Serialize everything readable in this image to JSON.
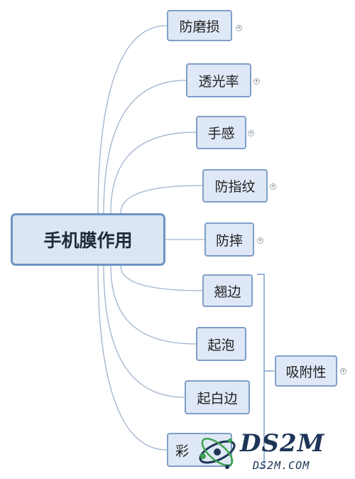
{
  "diagram": {
    "root": "手机膜作用",
    "branches": [
      {
        "label": "防磨损",
        "collapsed": true
      },
      {
        "label": "透光率",
        "collapsed": true
      },
      {
        "label": "手感",
        "collapsed": true
      },
      {
        "label": "防指纹",
        "collapsed": true
      },
      {
        "label": "防摔",
        "collapsed": true
      },
      {
        "label": "翘边",
        "collapsed": false
      },
      {
        "label": "起泡",
        "collapsed": false
      },
      {
        "label": "起白边",
        "collapsed": false
      },
      {
        "label": "彩",
        "collapsed": false
      }
    ],
    "summary": {
      "label": "吸附性",
      "collapsed": true
    }
  },
  "watermark": {
    "name": "DS2M",
    "url": "DS2M.COM"
  },
  "colors": {
    "line": "#9fb3cc",
    "node_fill": "#dfe8f6",
    "node_border": "#7f9fc7",
    "bracket": "#7f9fc7"
  }
}
